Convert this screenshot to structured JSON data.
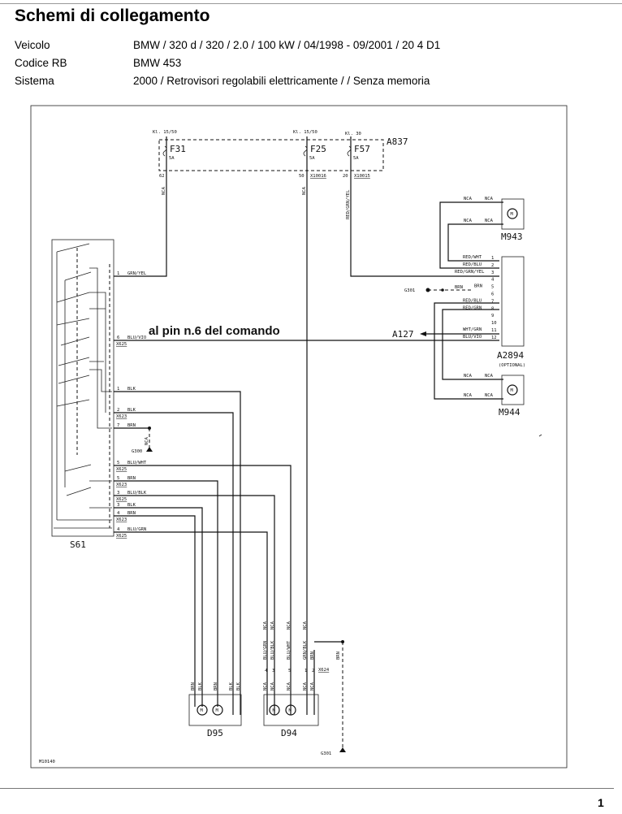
{
  "header": {
    "title": "Schemi di collegamento",
    "rows": [
      {
        "label": "Veicolo",
        "value": "BMW / 320 d / 320 / 2.0 / 100 kW / 04/1998 - 09/2001 / 20 4 D1"
      },
      {
        "label": "Codice RB",
        "value": "BMW 453"
      },
      {
        "label": "Sistema",
        "value": "2000 / Retrovisori regolabili elettricamente /  / Senza memoria"
      }
    ]
  },
  "diagram": {
    "annotation": "al pin n.6 del comando",
    "drawing_id": "M10140",
    "fusebox": {
      "name": "A837",
      "supplies": [
        "Kl. 15/50",
        "Kl. 15/50",
        "Kl. 30"
      ],
      "fuses": [
        {
          "name": "F31",
          "rating": "5A",
          "pin": "62"
        },
        {
          "name": "F25",
          "rating": "5A",
          "pin": "50",
          "conn": "X10016"
        },
        {
          "name": "F57",
          "rating": "5A",
          "pin": "20",
          "conn": "X10015"
        }
      ]
    },
    "wire_nca": "NCA",
    "wire_red_grn_yel": "RED/GRN/YEL",
    "module": {
      "name": "A2894",
      "note": "(OPTIONAL)",
      "pins": [
        {
          "n": "1",
          "wire": "RED/WHT"
        },
        {
          "n": "2",
          "wire": "RED/BLU"
        },
        {
          "n": "3",
          "wire": "RED/GRN/YEL"
        },
        {
          "n": "4",
          "wire": ""
        },
        {
          "n": "5",
          "wire": "BRN"
        },
        {
          "n": "6",
          "wire": ""
        },
        {
          "n": "7",
          "wire": "RED/BLU"
        },
        {
          "n": "8",
          "wire": "RED/GRN"
        },
        {
          "n": "9",
          "wire": ""
        },
        {
          "n": "10",
          "wire": ""
        },
        {
          "n": "11",
          "wire": "WHT/GRN"
        },
        {
          "n": "12",
          "wire": "BLU/VIO"
        }
      ],
      "ground": "G301",
      "ground_wire": "BRN"
    },
    "motors": {
      "top": "M943",
      "bottom": "M944",
      "motor_symbol": "M"
    },
    "arrow_target": "A127",
    "switch": {
      "name": "S61",
      "pins": [
        {
          "n": "1",
          "wire": "GRN/YEL",
          "conn": ""
        },
        {
          "n": "6",
          "wire": "BLU/VIO",
          "conn": "X625"
        },
        {
          "n": "1",
          "wire": "BLK",
          "conn": ""
        },
        {
          "n": "2",
          "wire": "BLK",
          "conn": "X623"
        },
        {
          "n": "7",
          "wire": "BRN",
          "conn": ""
        },
        {
          "n": "5",
          "wire": "BLU/WHT",
          "conn": "X625"
        },
        {
          "n": "5",
          "wire": "BRN",
          "conn": "X623"
        },
        {
          "n": "3",
          "wire": "BLU/BLK",
          "conn": "X625"
        },
        {
          "n": "3",
          "wire": "BLK",
          "conn": ""
        },
        {
          "n": "4",
          "wire": "BRN",
          "conn": "X623"
        },
        {
          "n": "4",
          "wire": "BLU/GRN",
          "conn": "X625"
        }
      ],
      "ground": "G300"
    },
    "d95": {
      "name": "D95",
      "wires": [
        "BRN",
        "BLK",
        "BRN",
        "BLK",
        "BLK"
      ]
    },
    "d94": {
      "name": "D94",
      "wires": [
        "BLU/GRN",
        "BLU/BLK",
        "BLU/WHT",
        "GRN/BLK",
        "BRN"
      ],
      "pins": [
        "4",
        "3",
        "5",
        "1",
        "2"
      ],
      "conn": "X624",
      "ground": "G301"
    }
  },
  "page_number": "1"
}
